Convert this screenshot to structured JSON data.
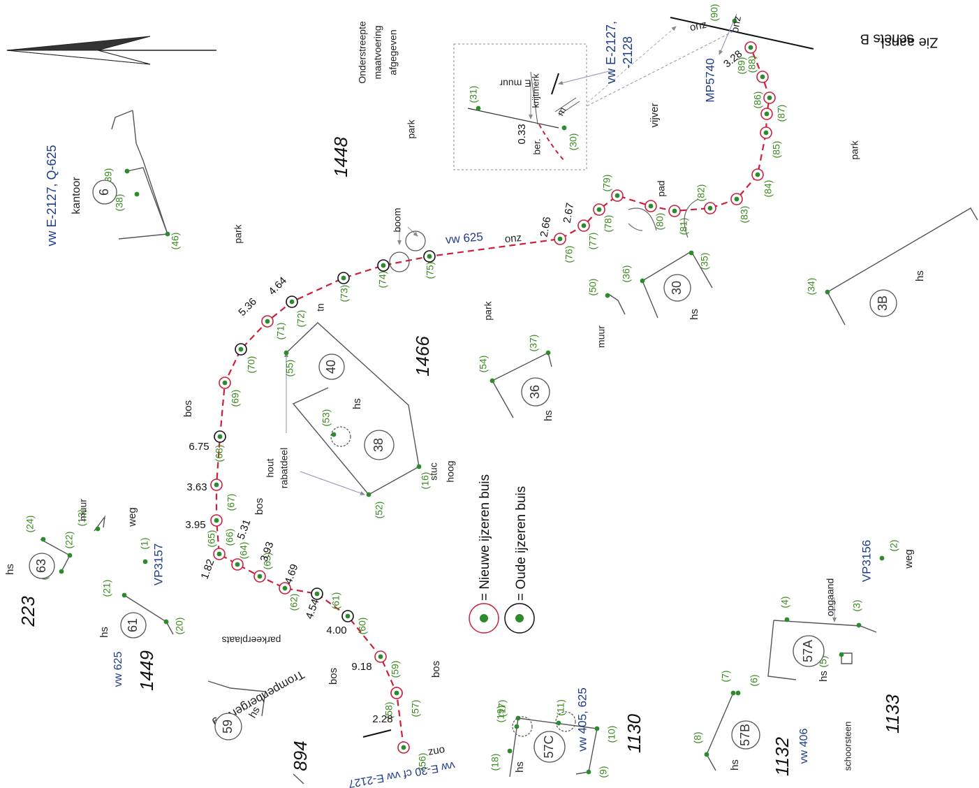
{
  "map": {
    "parcels": {
      "p1448": "1448",
      "p1466": "1466",
      "p1449": "1449",
      "p223": "223",
      "p894": "894",
      "p1130": "1130",
      "p1132": "1132",
      "p1133": "1133"
    },
    "houses": {
      "h6": "6",
      "h30": "30",
      "h3B": "3B",
      "h40": "40",
      "h38": "38",
      "h36": "36",
      "h63": "63",
      "h61": "61",
      "h59": "59",
      "h57A": "57A",
      "h57B": "57B",
      "h57C": "57C"
    },
    "points": [
      "(1)",
      "(2)",
      "(3)",
      "(4)",
      "(5)",
      "(6)",
      "(7)",
      "(8)",
      "(9)",
      "(10)",
      "(11)",
      "(13)",
      "(16)",
      "(17)",
      "(18)",
      "(19)",
      "(20)",
      "(21)",
      "(22)",
      "(23)",
      "(24)",
      "(30)",
      "(31)",
      "(34)",
      "(35)",
      "(36)",
      "(37)",
      "(38)",
      "(39)",
      "(46)",
      "(50)",
      "(52)",
      "(53)",
      "(54)",
      "(55)",
      "(56)",
      "(57)",
      "(58)",
      "(59)",
      "(60)",
      "(61)",
      "(62)",
      "(63)",
      "(64)",
      "(65)",
      "(66)",
      "(67)",
      "(68)",
      "(69)",
      "(70)",
      "(71)",
      "(72)",
      "(73)",
      "(74)",
      "(75)",
      "(76)",
      "(77)",
      "(78)",
      "(79)",
      "(80)",
      "(81)",
      "(82)",
      "(83)",
      "(84)",
      "(85)",
      "(86)",
      "(87)",
      "(88)",
      "(89)",
      "(90)"
    ],
    "measurements": [
      "2.28",
      "9.18",
      "4.00",
      "4.54",
      "4.69",
      "3.93",
      "5.31",
      "1.82",
      "3.95",
      "3.63",
      "6.75",
      "5.36",
      "4.64",
      "2.66",
      "2.67",
      "3.28",
      "0.33"
    ],
    "labels": {
      "onderstreepte": [
        "Onderstreepte",
        "maatvoering",
        "afgegeven"
      ],
      "zie": [
        "Zie aansl.",
        "schets B"
      ],
      "vw_top": [
        "vw E-2127,",
        "-2128"
      ],
      "mp": "MP5740",
      "zuo": "zuo",
      "onz": "onz",
      "vw_office": "vw E-2127, Q-625",
      "kantoor": "kantoor",
      "park": "park",
      "vijver": "vijver",
      "pad": "pad",
      "boom": "boom",
      "vw625": "vw 625",
      "tn": "tn",
      "bos": "bos",
      "hs": "hs",
      "muur": "muur",
      "hout": [
        "hout",
        "rabatdeel"
      ],
      "stuc": [
        "stuc",
        "hoog"
      ],
      "weg": "weg",
      "vp3157": "VP3157",
      "vp3156": "VP3156",
      "parkeerplaats": "parkeerplaats",
      "trompenberg": "Trompenbergerweg",
      "vw625_2": "vw 625",
      "vw_e30": "vw E-30 cf vw E-2127",
      "vw405": "vw 405, 625",
      "vw406": "vw 406",
      "opgaand": "opgaand",
      "schoorsteen": "schoorsteen",
      "krijtmerk": "krijtmerk",
      "emuur": "E muur",
      "ber": "ber.",
      "m": "m"
    },
    "legend": {
      "new_label": "= Nieuwe ijzeren buis",
      "old_label": "= Oude ijzeren buis"
    },
    "colors": {
      "pipe": "#cc1f3a",
      "point": "#2d8a2d",
      "pointLabel": "#3a8a1f",
      "blue": "#1f3c8c",
      "line": "#444444"
    }
  }
}
